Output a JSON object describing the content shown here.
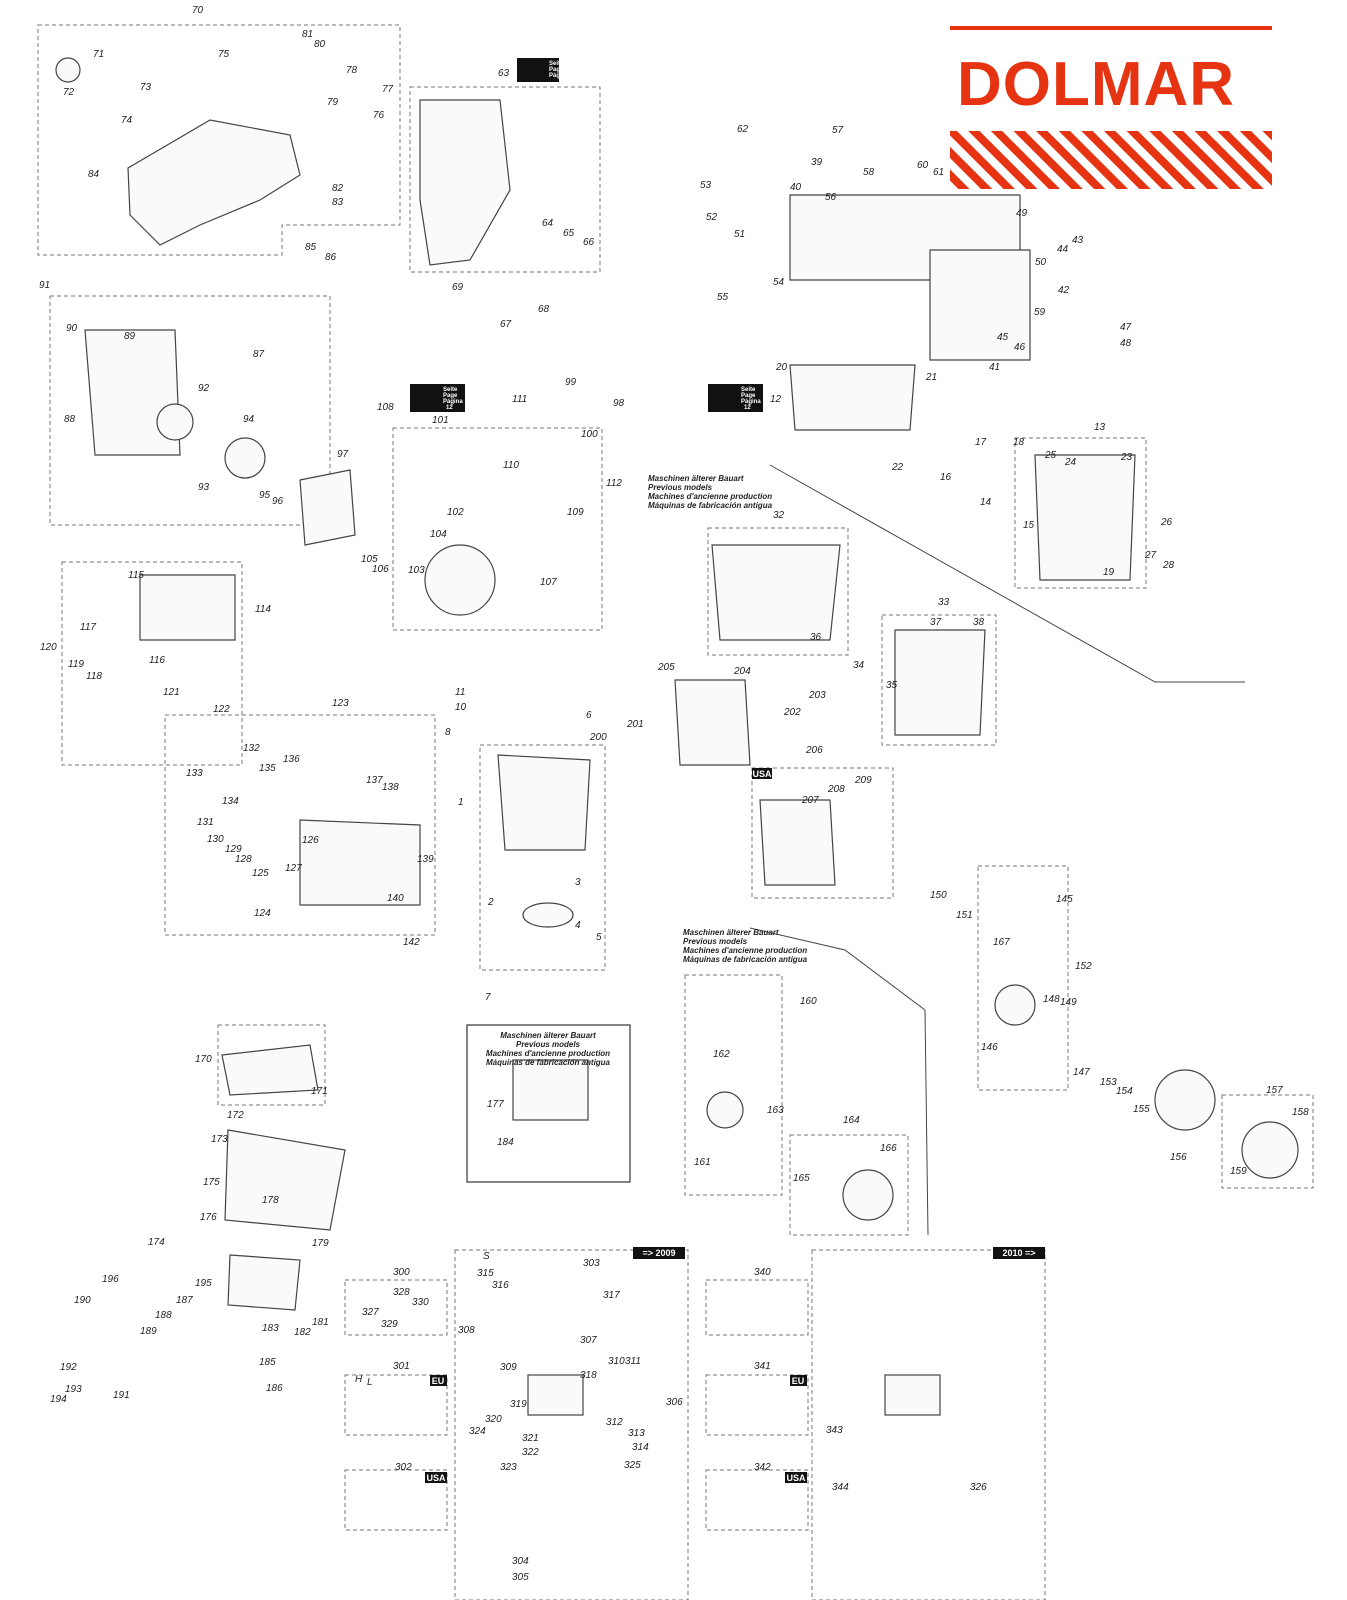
{
  "brand": {
    "name": "DOLMAR",
    "color": "#e63312"
  },
  "ref_badge": {
    "line1": "Seite",
    "line2": "Page",
    "line3": "Página",
    "line4": "12"
  },
  "older_models_note": [
    "Maschinen älterer Bauart",
    "Previous models",
    "Machines d'ancienne production",
    "Máquinas de fabricación antigua"
  ],
  "tags": {
    "until_2009": "=> 2009",
    "from_2010": "2010 =>",
    "eu": "EU",
    "usa": "USA"
  },
  "part_numbers": [
    "1",
    "2",
    "3",
    "4",
    "5",
    "6",
    "7",
    "8",
    "10",
    "11",
    "12",
    "13",
    "14",
    "15",
    "16",
    "17",
    "18",
    "19",
    "20",
    "21",
    "22",
    "23",
    "24",
    "25",
    "26",
    "27",
    "28",
    "32",
    "33",
    "34",
    "35",
    "36",
    "37",
    "38",
    "39",
    "40",
    "41",
    "42",
    "43",
    "44",
    "45",
    "46",
    "47",
    "48",
    "49",
    "50",
    "51",
    "52",
    "53",
    "54",
    "55",
    "56",
    "57",
    "58",
    "59",
    "60",
    "61",
    "62",
    "63",
    "64",
    "65",
    "66",
    "67",
    "68",
    "69",
    "70",
    "71",
    "72",
    "73",
    "74",
    "75",
    "76",
    "77",
    "78",
    "79",
    "80",
    "81",
    "82",
    "83",
    "84",
    "85",
    "86",
    "87",
    "88",
    "89",
    "90",
    "91",
    "92",
    "93",
    "94",
    "95",
    "96",
    "97",
    "98",
    "99",
    "100",
    "101",
    "102",
    "103",
    "104",
    "105",
    "106",
    "107",
    "108",
    "109",
    "110",
    "111",
    "112",
    "114",
    "115",
    "116",
    "117",
    "118",
    "119",
    "120",
    "121",
    "122",
    "123",
    "124",
    "125",
    "126",
    "127",
    "128",
    "129",
    "130",
    "131",
    "132",
    "133",
    "134",
    "135",
    "136",
    "137",
    "138",
    "139",
    "140",
    "142",
    "145",
    "146",
    "147",
    "148",
    "149",
    "150",
    "151",
    "152",
    "153",
    "154",
    "155",
    "156",
    "157",
    "158",
    "159",
    "160",
    "161",
    "162",
    "163",
    "164",
    "165",
    "166",
    "167",
    "170",
    "171",
    "172",
    "173",
    "174",
    "175",
    "176",
    "177",
    "178",
    "179",
    "181",
    "182",
    "183",
    "184",
    "185",
    "186",
    "187",
    "188",
    "189",
    "190",
    "191",
    "192",
    "193",
    "194",
    "195",
    "196",
    "200",
    "201",
    "202",
    "203",
    "204",
    "205",
    "206",
    "207",
    "208",
    "209",
    "300",
    "301",
    "302",
    "303",
    "304",
    "305",
    "306",
    "307",
    "308",
    "309",
    "310",
    "311",
    "312",
    "313",
    "314",
    "315",
    "316",
    "317",
    "318",
    "319",
    "320",
    "321",
    "322",
    "323",
    "324",
    "325",
    "326",
    "327",
    "328",
    "329",
    "330",
    "340",
    "341",
    "342",
    "343",
    "344",
    "H",
    "L",
    "S"
  ]
}
